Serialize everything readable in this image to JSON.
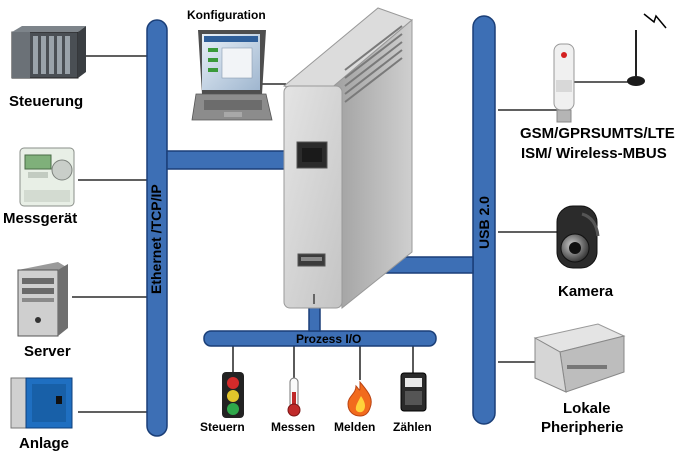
{
  "left_devices": [
    {
      "label": "Steuerung"
    },
    {
      "label": "Messgerät"
    },
    {
      "label": "Server"
    },
    {
      "label": "Anlage"
    }
  ],
  "top_device": {
    "label": "Konfiguration"
  },
  "ethernet_bus": {
    "label": "Ethernet  /TCP/IP"
  },
  "usb_bus": {
    "label": "USB 2.0"
  },
  "process_bus": {
    "label": "Prozess I/O"
  },
  "io_items": [
    {
      "label": "Steuern"
    },
    {
      "label": "Messen"
    },
    {
      "label": "Melden"
    },
    {
      "label": "Zählen"
    }
  ],
  "right_devices": {
    "modem_line1": "GSM/GPRSUMTS/LTE",
    "modem_line2": "ISM/ Wireless-MBUS",
    "camera": "Kamera",
    "printer_line1": "Lokale",
    "printer_line2": "Pheripherie"
  },
  "colors": {
    "bus_fill": "#3d6fb5",
    "bus_stroke": "#1b3f78",
    "line": "#000000"
  }
}
